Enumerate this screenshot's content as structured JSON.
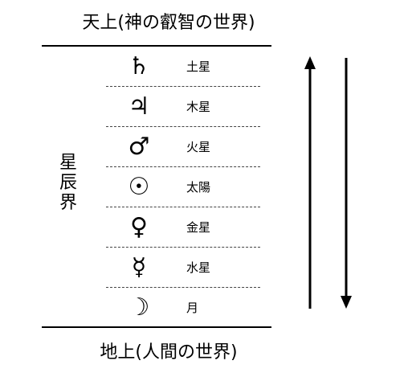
{
  "top_label": "天上(神の叡智の世界)",
  "bottom_label": "地上(人間の世界)",
  "realm_label": "星\n辰\n界",
  "planets": [
    {
      "symbol": "♄",
      "icon": "saturn-icon",
      "name": "土星"
    },
    {
      "symbol": "♃",
      "icon": "jupiter-icon",
      "name": "木星"
    },
    {
      "symbol": "♂",
      "icon": "mars-icon",
      "name": "火星"
    },
    {
      "symbol": "☉",
      "icon": "sun-icon",
      "name": "太陽"
    },
    {
      "symbol": "♀",
      "icon": "venus-icon",
      "name": "金星"
    },
    {
      "symbol": "☿",
      "icon": "mercury-icon",
      "name": "水星"
    },
    {
      "symbol": "☽",
      "icon": "moon-icon",
      "name": "月"
    }
  ],
  "arrows": [
    {
      "name": "ascending-arrow",
      "direction": "up"
    },
    {
      "name": "descending-arrow",
      "direction": "down"
    }
  ],
  "colors": {
    "ink": "#000000",
    "background": "#ffffff"
  }
}
